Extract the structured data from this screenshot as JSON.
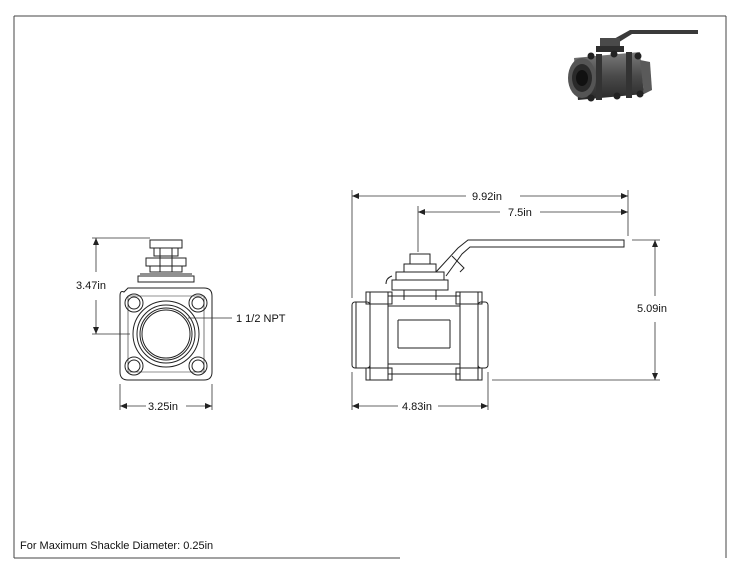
{
  "drawing": {
    "dimensions": {
      "front_height": "3.47in",
      "front_width": "3.25in",
      "thread_callout": "1 1/2 NPT",
      "overall_length": "9.92in",
      "handle_length": "7.5in",
      "overall_height": "5.09in",
      "body_length": "4.83in"
    },
    "footnote": "For Maximum Shackle Diameter: 0.25in"
  },
  "colors": {
    "line": "#222222",
    "dim_line": "#333333",
    "frame": "#444444",
    "iso_dark": "#3a3a3a",
    "iso_mid": "#6a6a6a",
    "iso_light": "#9a9a9a"
  }
}
